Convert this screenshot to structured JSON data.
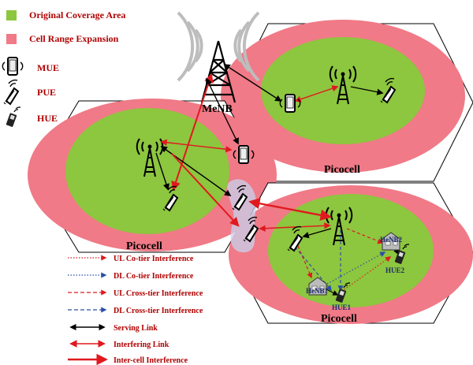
{
  "legend_top": {
    "original_coverage": "Original Coverage Area",
    "cell_range_expansion": "Cell Range Expansion",
    "mue": "MUE",
    "pue": "PUE",
    "hue": "HUE"
  },
  "legend_bottom": {
    "ul_cotier": "UL Co-tier Interference",
    "dl_cotier": "DL Co-tier Interference",
    "ul_crosstier": "UL Cross-tier Interference",
    "dl_crosstier": "DL Cross-tier Interference",
    "serving": "Serving Link",
    "interfering": "Interfering Link",
    "intercell": "Inter-cell Interference"
  },
  "labels": {
    "menb": "MeNB",
    "picocell_top": "Picocell",
    "picocell_left": "Picocell",
    "picocell_bottom": "Picocell",
    "henb1": "HeNB1",
    "henb2": "HeNB2",
    "hue1": "HUE1",
    "hue2": "HUE2"
  },
  "colors": {
    "green": "#8dc63f",
    "pink": "#f07a87",
    "red": "#e0191e",
    "blue": "#2a4fa8",
    "legend_text": "#b00000"
  }
}
